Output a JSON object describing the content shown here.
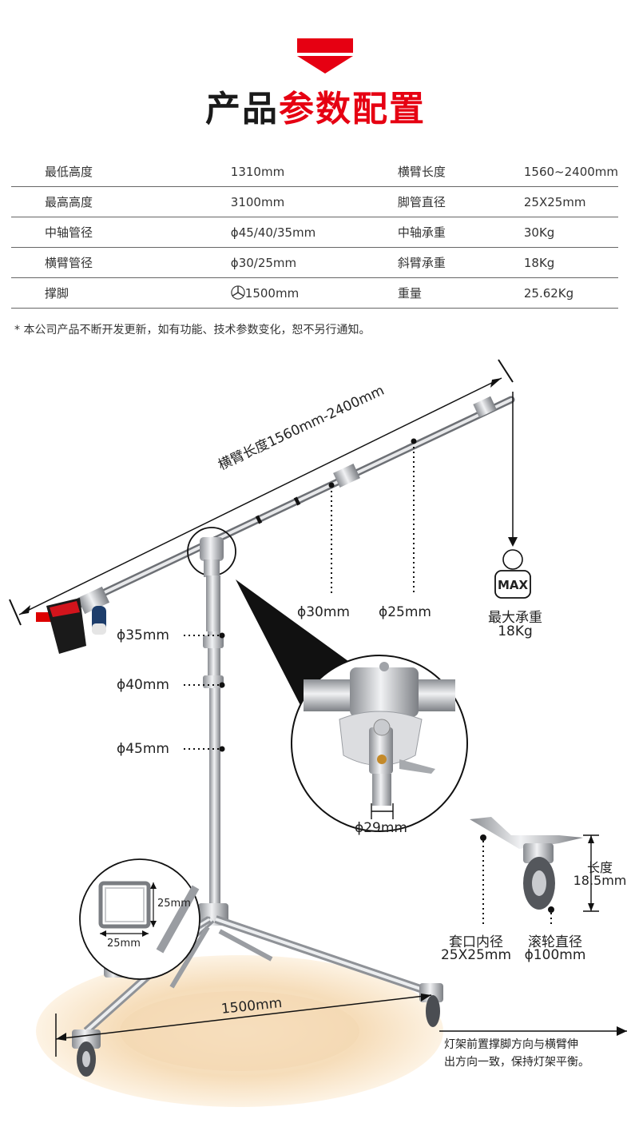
{
  "header": {
    "title_part1": "产品",
    "title_part2": "参数配置",
    "accent_color": "#e60012"
  },
  "specs": {
    "rows": [
      {
        "k1": "最低高度",
        "v1": "1310mm",
        "k2": "横臂长度",
        "v2": "1560~2400mm"
      },
      {
        "k1": "最高高度",
        "v1": "3100mm",
        "k2": "脚管直径",
        "v2": "25X25mm"
      },
      {
        "k1": "中轴管径",
        "v1": "ϕ45/40/35mm",
        "k2": "中轴承重",
        "v2": "30Kg"
      },
      {
        "k1": "横臂管径",
        "v1": "ϕ30/25mm",
        "k2": "斜臂承重",
        "v2": "18Kg"
      },
      {
        "k1": "撑脚",
        "v1": "1500mm",
        "k2": "重量",
        "v2": "25.62Kg",
        "v1_icon": "tripod-triangle-icon"
      }
    ]
  },
  "note": "* 本公司产品不断开发更新，如有功能、技术参数变化，恕不另行通知。",
  "diagram": {
    "boom_length": "横臂长度1560mm-2400mm",
    "boom_d1": "ϕ30mm",
    "boom_d2": "ϕ25mm",
    "max_badge": "MAX",
    "max_load_label": "最大承重",
    "max_load_value": "18Kg",
    "pole_d1": "ϕ35mm",
    "pole_d2": "ϕ40mm",
    "pole_d3": "ϕ45mm",
    "joint_d": "ϕ29mm",
    "leg_w": "25mm",
    "leg_h": "25mm",
    "caster_len_label": "长度",
    "caster_len_value": "18.5mm",
    "socket_label": "套口内径",
    "socket_value": "25X25mm",
    "wheel_label": "滚轮直径",
    "wheel_value": "ϕ100mm",
    "base_span": "1500mm",
    "tip_line1": "灯架前置撑脚方向与横臂伸",
    "tip_line2": "出方向一致，保持灯架平衡。"
  }
}
